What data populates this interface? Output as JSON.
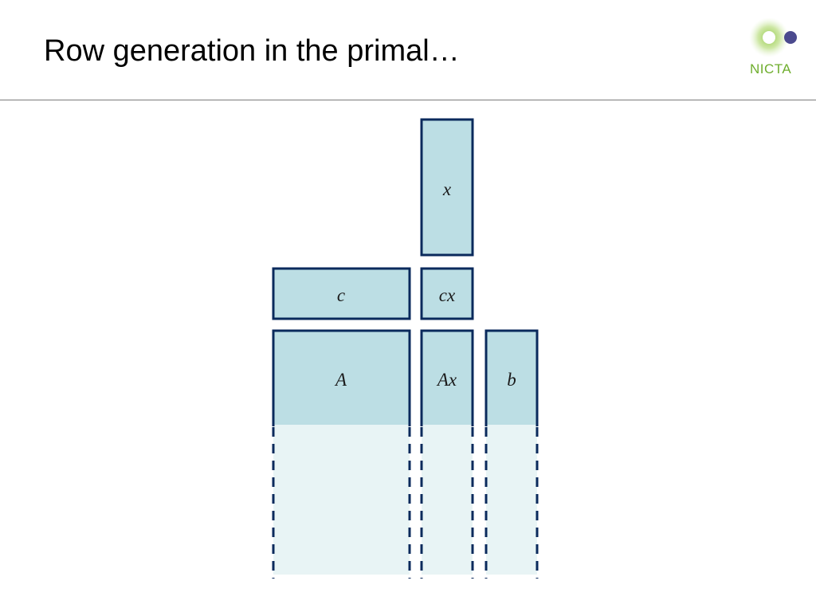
{
  "slide": {
    "title": "Row generation in the primal…",
    "logo_text": "NICTA"
  },
  "diagram": {
    "labels": {
      "x": "x",
      "c": "c",
      "cx": "cx",
      "A": "A",
      "Ax": "Ax",
      "b": "b"
    },
    "colors": {
      "block_fill": "#bcdee4",
      "block_stroke": "#0a2a5c",
      "extension_fill": "#e8f4f5",
      "rule": "#7a7a7a",
      "logo_green": "#6fae2e",
      "logo_purple": "#4b4a8e"
    }
  }
}
